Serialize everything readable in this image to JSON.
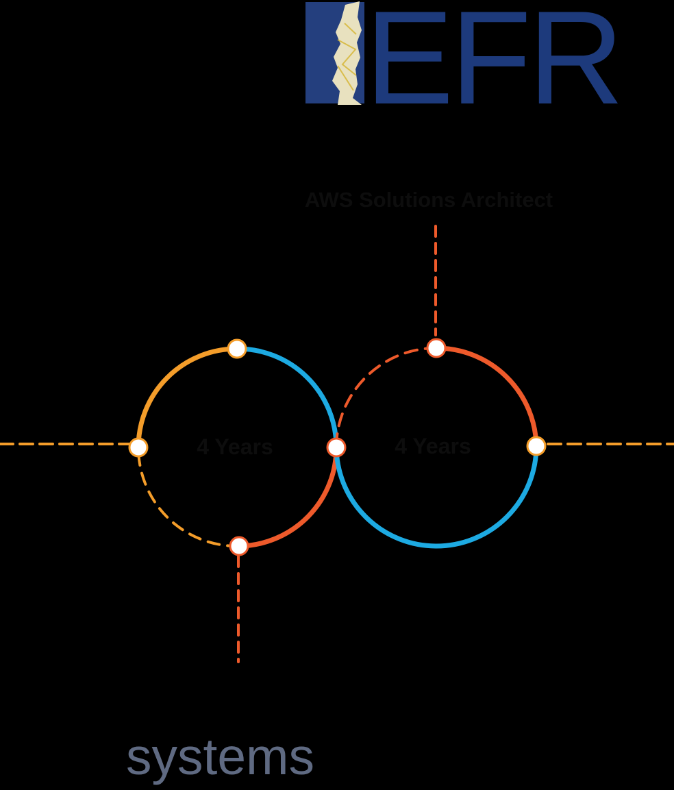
{
  "logo": {
    "text": "EFR",
    "colors": {
      "panel": "#243f7e",
      "letters": "#1d3a7c",
      "map": "#e8e1bf"
    }
  },
  "labels": {
    "top_role": "AWS Solutions Architect",
    "left_duration": "4 Years",
    "right_duration": "4 Years",
    "bottom_word": "systems"
  },
  "colors": {
    "background": "#000000",
    "orange": "#f49d2a",
    "red_orange": "#ee5a2b",
    "blue": "#1daae2",
    "node_fill": "#ffffff",
    "muted_text": "#0d0d0d",
    "bottom_text": "#5f6a82"
  }
}
